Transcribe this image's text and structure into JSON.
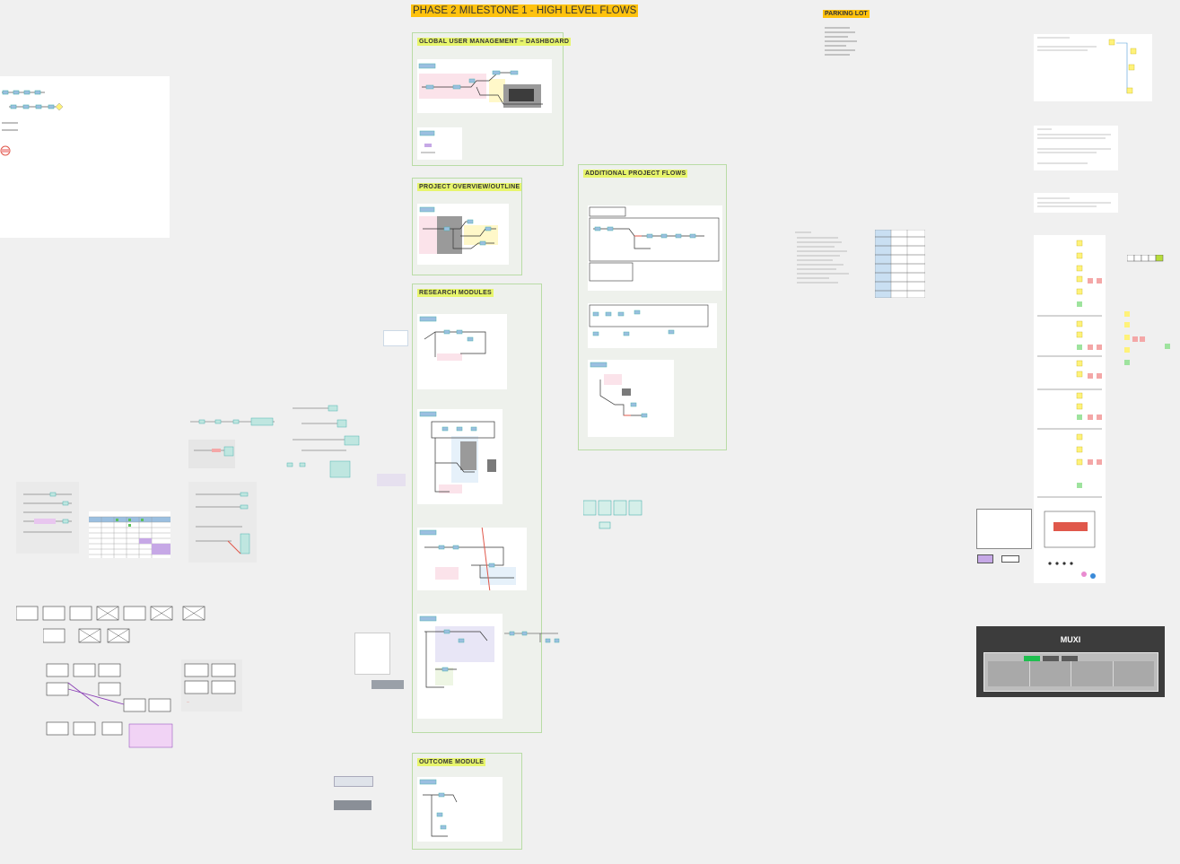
{
  "board": {
    "title": "PHASE 2 MILESTONE 1 - HIGH LEVEL FLOWS",
    "parking_lot": "PARKING LOT",
    "muxi_label": "MUXI"
  },
  "sections": [
    {
      "key": "global",
      "label": "GLOBAL USER MANAGEMENT – DASHBOARD"
    },
    {
      "key": "overview",
      "label": "PROJECT OVERVIEW/OUTLINE"
    },
    {
      "key": "research",
      "label": "RESEARCH MODULES"
    },
    {
      "key": "outcome",
      "label": "OUTCOME MODULE"
    },
    {
      "key": "additional",
      "label": "ADDITIONAL PROJECT FLOWS"
    }
  ],
  "colors": {
    "canvas": "#f0f0f0",
    "section_border": "#b9dca6",
    "section_label_bg": "#e7f56c",
    "title_bg": "#ffc20e",
    "flow_teal": "#4fb3b0",
    "flow_blue": "#9bbfe0",
    "sticky_yellow": "#fff27a",
    "sticky_pink": "#f4a7a7",
    "sticky_green": "#9ee39e",
    "highlight_purple": "#c6a8e6",
    "error_red": "#e0584b",
    "muxi_bg": "#3c3c3c",
    "muxi_accent": "#1fbf4f"
  }
}
